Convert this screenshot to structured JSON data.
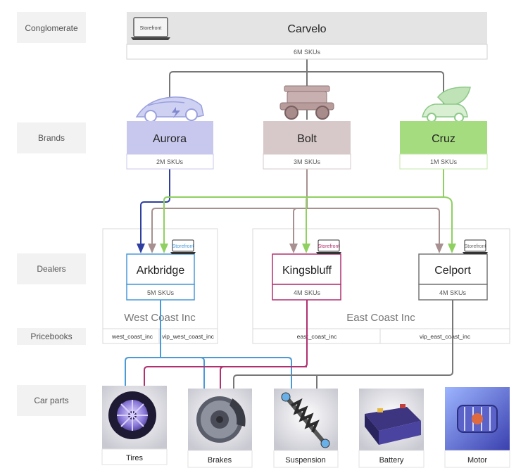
{
  "lanes": {
    "conglomerate": "Conglomerate",
    "brands": "Brands",
    "dealers": "Dealers",
    "pricebooks": "Pricebooks",
    "car_parts": "Car parts"
  },
  "storefront_label": "Storefront",
  "conglomerate": {
    "name": "Carvelo",
    "skus": "6M SKUs"
  },
  "brands": {
    "aurora": {
      "name": "Aurora",
      "skus": "2M SKUs",
      "color": "#c8c8ee",
      "line_color": "#3344aa"
    },
    "bolt": {
      "name": "Bolt",
      "skus": "3M SKUs",
      "color": "#d7c9c9",
      "line_color": "#a89090"
    },
    "cruz": {
      "name": "Cruz",
      "skus": "1M SKUs",
      "color": "#a6dc80",
      "line_color": "#8fd060"
    }
  },
  "dealers": {
    "arkbridge": {
      "name": "Arkbridge",
      "skus": "5M SKUs",
      "color": "#4a9ad8"
    },
    "kingsbluff": {
      "name": "Kingsbluff",
      "skus": "4M SKUs",
      "color": "#b03070"
    },
    "celport": {
      "name": "Celport",
      "skus": "4M SKUs",
      "color": "#777777"
    }
  },
  "groups": {
    "west": "West Coast Inc",
    "east": "East Coast Inc"
  },
  "pricebooks": {
    "west_coast_inc": "west_coast_inc",
    "vip_west_coast_inc": "vip_west_coast_inc",
    "east_coast_inc": "east_coast_inc",
    "vip_east_coast_inc": "vip_east_coast_inc"
  },
  "parts": {
    "tires": "Tires",
    "brakes": "Brakes",
    "suspension": "Suspension",
    "battery": "Battery",
    "motor": "Motor"
  }
}
